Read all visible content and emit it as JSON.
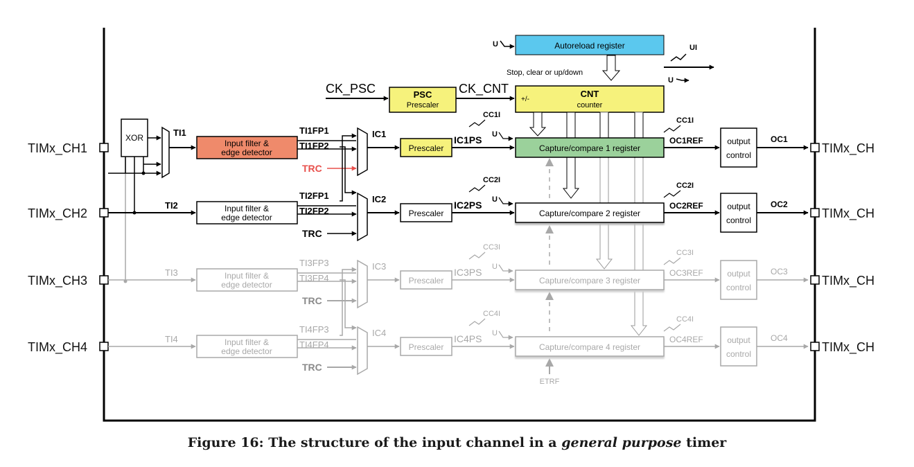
{
  "colors": {
    "active": "#000000",
    "dim": "#a8a8a8",
    "input_filter_1": "#ef8a6b",
    "autoreload": "#5bc8ee",
    "psc_cnt": "#f6f27c",
    "capture1": "#9bd19b",
    "trc_active": "#e8504c",
    "trc_dim": "#8a8a8a"
  },
  "pins_in": [
    "TIMx_CH1",
    "TIMx_CH2",
    "TIMx_CH3",
    "TIMx_CH4"
  ],
  "pins_out": [
    "TIMx_CH",
    "TIMx_CH",
    "TIMx_CH",
    "TIMx_CH"
  ],
  "xor_label": "XOR",
  "ti_labels": [
    "TI1",
    "TI2",
    "TI3",
    "TI4"
  ],
  "filter_line1": "Input filter &",
  "filter_line2": "edge detector",
  "fp_labels": [
    [
      "TI1FP1",
      "TI1FP2"
    ],
    [
      "TI2FP1",
      "TI2FP2"
    ],
    [
      "TI3FP3",
      "TI3FP4"
    ],
    [
      "TI4FP3",
      "TI4FP4"
    ]
  ],
  "trc_label": "TRC",
  "ic_labels": [
    "IC1",
    "IC2",
    "IC3",
    "IC4"
  ],
  "prescaler_label": "Prescaler",
  "icps_labels": [
    "IC1PS",
    "IC2PS",
    "IC3PS",
    "IC4PS"
  ],
  "u_label": "U",
  "cci_labels": [
    "CC1I",
    "CC2I",
    "CC3I",
    "CC4I"
  ],
  "capture_labels": [
    "Capture/compare 1 register",
    "Capture/compare 2 register",
    "Capture/compare 3 register",
    "Capture/compare 4 register"
  ],
  "ocref_labels": [
    "OC1REF",
    "OC2REF",
    "OC3REF",
    "OC4REF"
  ],
  "output_line1": "output",
  "output_line2": "control",
  "oc_labels": [
    "OC1",
    "OC2",
    "OC3",
    "OC4"
  ],
  "ck_psc": "CK_PSC",
  "psc_title": "PSC",
  "psc_sub": "Prescaler",
  "ck_cnt": "CK_CNT",
  "cnt_title": "CNT",
  "cnt_sub": "counter",
  "cnt_sign": "+/-",
  "autoreload_label": "Autoreload register",
  "ui_label": "UI",
  "stop_label": "Stop, clear or up/down",
  "etrf_label": "ETRF",
  "caption": {
    "prefix": "Figure 16: The structure of the input channel in a ",
    "emphasis": "general purpose",
    "suffix": " timer"
  }
}
